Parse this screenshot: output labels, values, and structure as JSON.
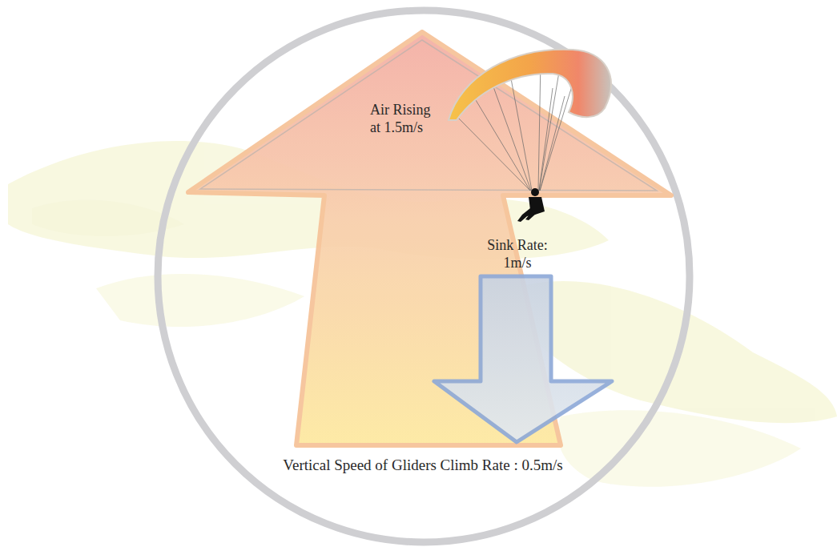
{
  "diagram": {
    "labels": [
      "Air Rising at 1.5m/s",
      "Sink Rate: 1m/s",
      "Vertical Speed of Gliders Climb Rate : 0.5m/s"
    ]
  }
}
